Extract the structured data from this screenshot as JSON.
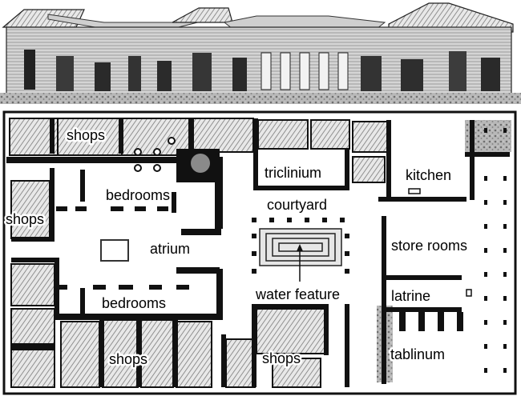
{
  "colors": {
    "wall": "#111111",
    "hatch": "#8a8a8a",
    "stone": "#9c9c9c",
    "paper": "#ffffff",
    "label": "#000000"
  },
  "labels": {
    "shops_top": "shops",
    "shops_left": "shops",
    "shops_bottom_left": "shops",
    "shops_bottom_mid": "shops",
    "bedrooms_upper": "bedrooms",
    "bedrooms_lower": "bedrooms",
    "atrium": "atrium",
    "triclinium": "triclinium",
    "courtyard": "courtyard",
    "kitchen": "kitchen",
    "store_rooms": "store rooms",
    "water_feature": "water feature",
    "latrine": "latrine",
    "tablinum": "tablinum"
  }
}
